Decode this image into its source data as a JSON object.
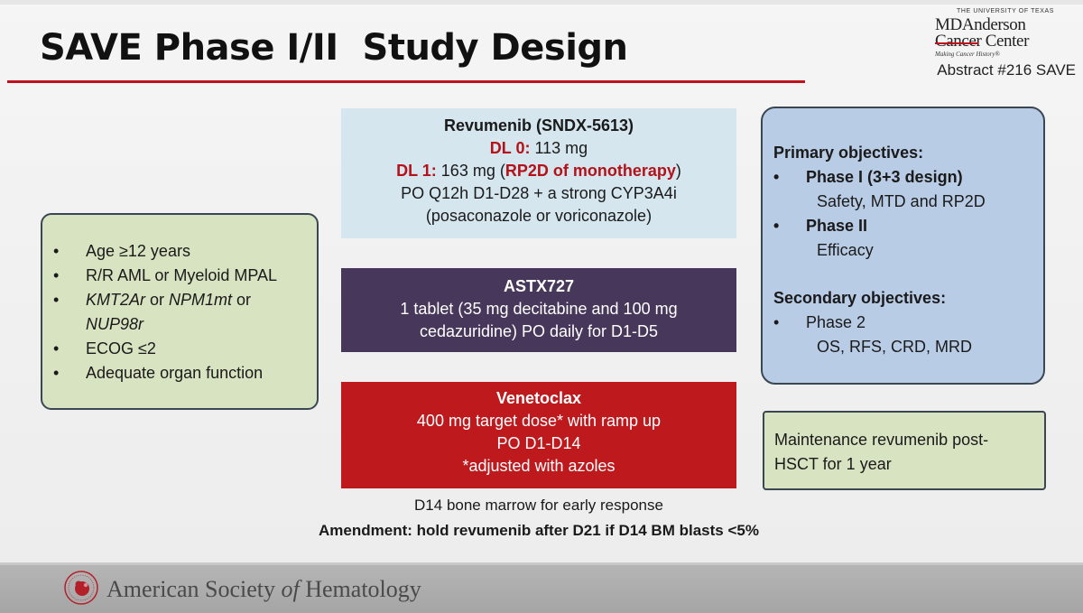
{
  "header": {
    "title": "SAVE Phase I/II  Study Design",
    "abstract": "Abstract #216 SAVE"
  },
  "logo_mda": {
    "university": "THE UNIVERSITY OF TEXAS",
    "name_line1": "MDAnderson",
    "name_line2": "Cancer Center",
    "tagline": "Making Cancer History®"
  },
  "eligibility": {
    "items": [
      {
        "text": "Age ≥12 years"
      },
      {
        "text": "R/R AML or Myeloid MPAL"
      },
      {
        "p1": "KMT2Ar",
        "p2": " or ",
        "p3": "NPM1mt",
        "p4": " or",
        "p5": "NUP98r"
      },
      {
        "text": "ECOG ≤2"
      },
      {
        "text": "Adequate organ function"
      }
    ]
  },
  "revumenib": {
    "title": "Revumenib (SNDX-5613)",
    "dl0_label": "DL 0:",
    "dl0_value": " 113 mg",
    "dl1_label": "DL 1:",
    "dl1_value_pre": " 163 mg (",
    "dl1_rp2d": "RP2D of monotherapy",
    "dl1_value_post": ")",
    "line3": "PO Q12h D1-D28 + a strong CYP3A4i",
    "line4": "(posaconazole or voriconazole)"
  },
  "astx727": {
    "title": "ASTX727",
    "line1": "1 tablet (35 mg decitabine and 100 mg",
    "line2": "cedazuridine) PO daily for D1-D5"
  },
  "venetoclax": {
    "title": "Venetoclax",
    "line1": "400 mg target dose* with ramp up",
    "line2": "PO D1-D14",
    "line3": "*adjusted with azoles"
  },
  "objectives": {
    "primary_heading": "Primary objectives:",
    "phase1": "Phase I (3+3 design)",
    "phase1_detail": "Safety, MTD and RP2D",
    "phase2": "Phase II",
    "phase2_detail": "Efficacy",
    "secondary_heading": "Secondary objectives:",
    "secondary_phase": "Phase 2",
    "secondary_detail": "OS, RFS, CRD, MRD"
  },
  "maintenance": {
    "line1": "Maintenance revumenib post-",
    "line2": "HSCT for 1 year"
  },
  "notes": {
    "d14": "D14 bone marrow for early response",
    "amendment": "Amendment: hold revumenib after D21 if D14 BM blasts <5%"
  },
  "footer": {
    "ash_part1": "American Society ",
    "ash_of": "of",
    "ash_part2": " Hematology"
  },
  "bullet": "•",
  "colors": {
    "accent_red": "#c0121c",
    "revumenib_bg": "#d5e6ef",
    "astx_bg": "#47375a",
    "venetoclax_bg": "#be1a1e",
    "green_bg": "#d8e3c1",
    "blue_bg": "#b9cce6"
  }
}
